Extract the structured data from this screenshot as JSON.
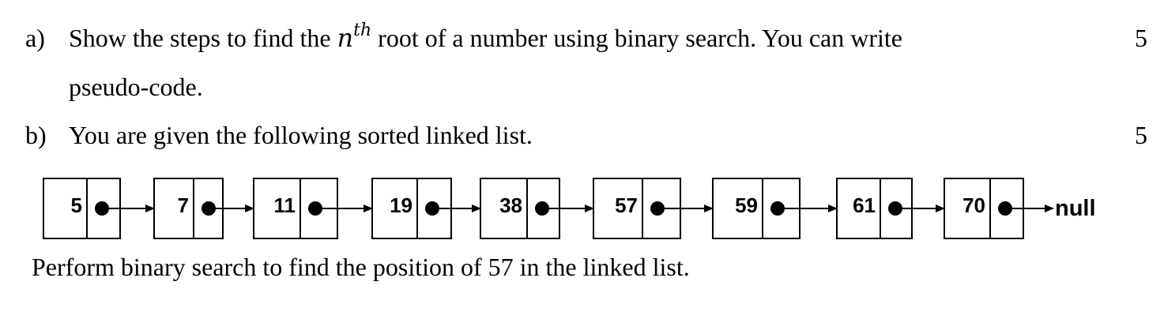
{
  "question_a": {
    "label": "a)",
    "text_before": "Show the steps to find the ",
    "math_base": "n",
    "math_sup": "th",
    "text_after": " root of a number using binary search. You can write",
    "text_line2": "pseudo-code.",
    "marks": "5"
  },
  "question_b": {
    "label": "b)",
    "text": "You are given the following sorted linked list.",
    "marks": "5"
  },
  "linked_list": {
    "nodes": [
      "5",
      "7",
      "11",
      "19",
      "38",
      "57",
      "59",
      "61",
      "70"
    ],
    "terminator": "null"
  },
  "task": "Perform binary search to find the position of 57 in the linked list."
}
